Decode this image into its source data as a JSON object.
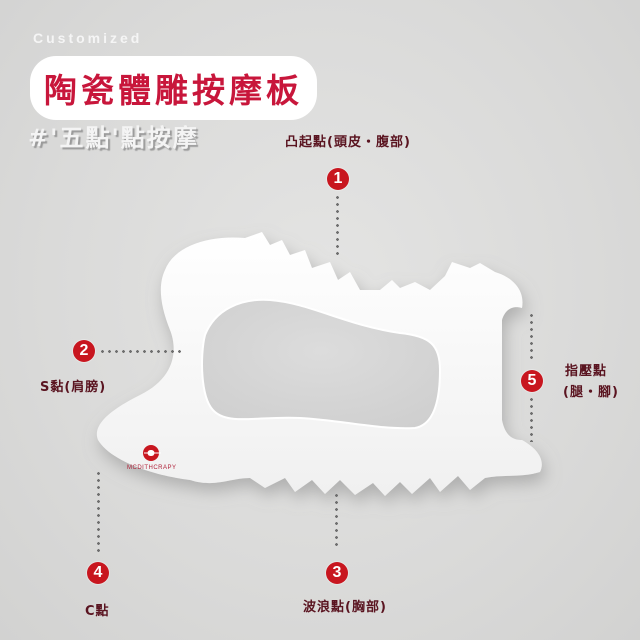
{
  "header": {
    "subtitle_en": "Customized",
    "title": "陶瓷體雕按摩板",
    "hashtag": "#'五點'點按摩"
  },
  "product": {
    "brand": "MCDITHCRAPY",
    "logo_color": "#c8161f"
  },
  "points": [
    {
      "number": "1",
      "label": "凸起點(頭皮・腹部)"
    },
    {
      "number": "2",
      "label": "S黏(肩膀)"
    },
    {
      "number": "3",
      "label": "波浪點(胸部)"
    },
    {
      "number": "4",
      "label": "C點"
    },
    {
      "number": "5",
      "label_line1": "指壓點",
      "label_line2": "(腿・腳)"
    }
  ],
  "colors": {
    "title_red": "#c8163b",
    "badge_red": "#c8161f",
    "label_dark": "#5a1420",
    "background": "#dadad9"
  }
}
